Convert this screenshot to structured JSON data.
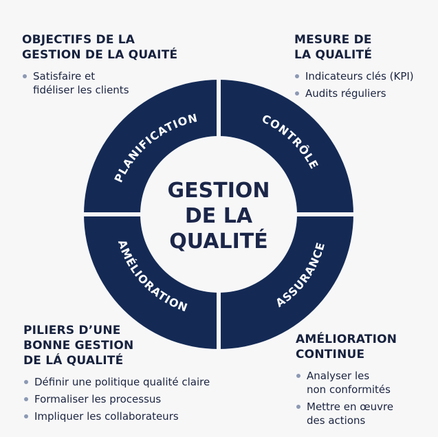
{
  "center": {
    "lines": [
      "GESTION",
      "DE LA",
      "QUALITÉ"
    ]
  },
  "segments": {
    "top_left": "PLANIFICATION",
    "top_right": "CONTRÔLE",
    "bottom_left": "AMÉLIORATION",
    "bottom_right": "ASSURANCE"
  },
  "objectifs": {
    "heading_lines": [
      "OBJECTIFS DE LA",
      "GESTION DE LA QUAITÉ"
    ],
    "items": [
      {
        "lines": [
          "Satisfaire et",
          "fidéliser les clients"
        ]
      }
    ]
  },
  "mesure": {
    "heading_lines": [
      "MESURE DE",
      "LA QUALITÉ"
    ],
    "items": [
      {
        "lines": [
          "Indicateurs clés (KPI)"
        ]
      },
      {
        "lines": [
          "Audits réguliers"
        ]
      }
    ]
  },
  "piliers": {
    "heading_lines": [
      "PILIERS D’UNE",
      "BONNE GESTION",
      "DE LÁ QUALITÉ"
    ],
    "items": [
      {
        "lines": [
          "Définir une politique qualité claire"
        ]
      },
      {
        "lines": [
          "Formaliser les processus"
        ]
      },
      {
        "lines": [
          "Impliquer les collaborateurs"
        ]
      }
    ]
  },
  "amelioration_continue": {
    "heading_lines": [
      "AMÉLIORATION",
      "CONTINUE"
    ],
    "items": [
      {
        "lines": [
          "Analyser les",
          "non conformités"
        ]
      },
      {
        "lines": [
          "Mettre en œuvre",
          "des actions"
        ]
      }
    ]
  },
  "colors": {
    "ring": "#142a55",
    "gap": "#f7f7f8",
    "center_text": "#1b2649",
    "bullet": "#8c99b3"
  }
}
